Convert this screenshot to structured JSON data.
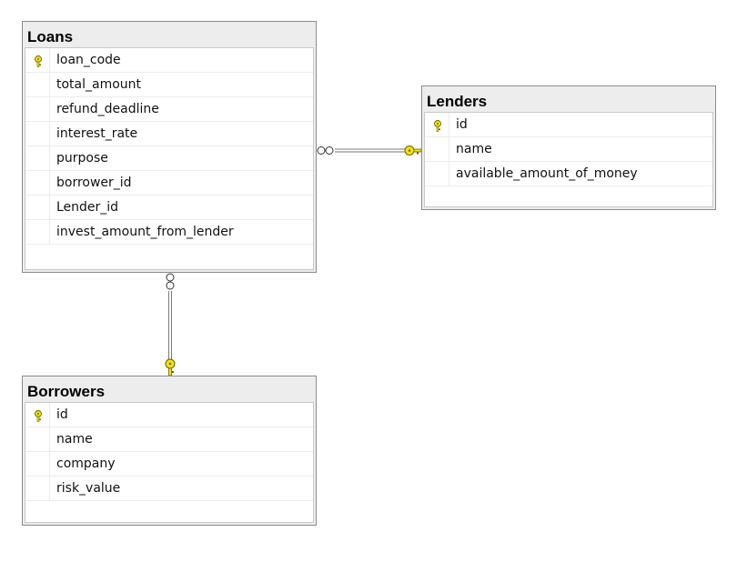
{
  "tables": {
    "loans": {
      "title": "Loans",
      "columns": [
        {
          "name": "loan_code",
          "primary_key": true
        },
        {
          "name": "total_amount",
          "primary_key": false
        },
        {
          "name": "refund_deadline",
          "primary_key": false
        },
        {
          "name": "interest_rate",
          "primary_key": false
        },
        {
          "name": "purpose",
          "primary_key": false
        },
        {
          "name": "borrower_id",
          "primary_key": false
        },
        {
          "name": "Lender_id",
          "primary_key": false
        },
        {
          "name": "invest_amount_from_lender",
          "primary_key": false
        }
      ]
    },
    "lenders": {
      "title": "Lenders",
      "columns": [
        {
          "name": "id",
          "primary_key": true
        },
        {
          "name": "name",
          "primary_key": false
        },
        {
          "name": "available_amount_of_money",
          "primary_key": false
        }
      ]
    },
    "borrowers": {
      "title": "Borrowers",
      "columns": [
        {
          "name": "id",
          "primary_key": true
        },
        {
          "name": "name",
          "primary_key": false
        },
        {
          "name": "company",
          "primary_key": false
        },
        {
          "name": "risk_value",
          "primary_key": false
        }
      ]
    }
  },
  "relationships": [
    {
      "from": "Loans",
      "to": "Lenders",
      "from_end": "many",
      "to_end": "one-key"
    },
    {
      "from": "Loans",
      "to": "Borrowers",
      "from_end": "many",
      "to_end": "one-key"
    }
  ],
  "colors": {
    "key": "#f2e600",
    "key_outline": "#6b6400",
    "link": "#7a7a7a",
    "title_bg": "#ededed",
    "border": "#8c8c8c"
  }
}
